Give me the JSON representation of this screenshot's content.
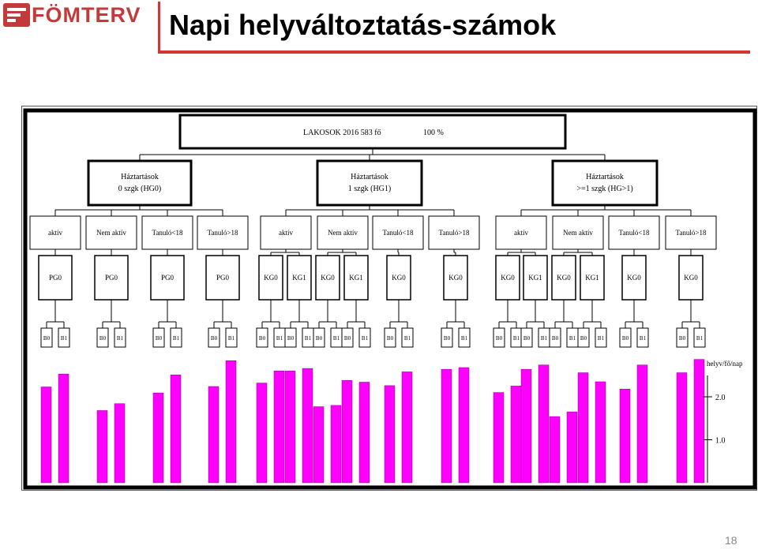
{
  "header": {
    "logo_text": "FÖMTERV",
    "logo_color": "#c43a3a",
    "title": "Napi helyváltoztatás-számok",
    "accent_color": "#d33434"
  },
  "diagram": {
    "root_label": "LAKOSOK 2016 583 fő",
    "root_percent": "100 %",
    "groups": [
      {
        "title": "Háztartások",
        "subtitle": "0 szgk (HG0)"
      },
      {
        "title": "Háztartások",
        "subtitle": "1 szgk (HG1)"
      },
      {
        "title": "Háztartások",
        "subtitle": ">=1 szgk (HG>1)"
      }
    ],
    "category_labels": [
      "aktív",
      "Nem aktív",
      "Tanuló<18",
      "Tanuló>18"
    ],
    "node_labels": {
      "group1": [
        "PG0",
        "PG0",
        "PG0",
        "PG0"
      ],
      "group2": [
        "KG0",
        "KG1",
        "KG0",
        "KG1",
        "KG0",
        "KG0"
      ],
      "group3": [
        "KG0",
        "KG1",
        "KG0",
        "KG1",
        "KG0",
        "KG0"
      ]
    },
    "leaf_labels": [
      "B0",
      "B1"
    ],
    "bar_color": "#ff00ff",
    "axis_label": "helyv/fő/nap",
    "axis_ticks": [
      "2.0",
      "1.0"
    ]
  },
  "chart_data": {
    "type": "bar",
    "ylabel": "helyv/fő/nap",
    "ylim": [
      0,
      2.9
    ],
    "yticks": [
      1.0,
      2.0
    ],
    "categories": [
      "B0",
      "B1",
      "B0",
      "B1",
      "B0",
      "B1",
      "B0",
      "B1",
      "B0",
      "B1",
      "B0",
      "B1",
      "B0",
      "B1",
      "B0",
      "B1",
      "B0",
      "B1",
      "B0",
      "B1",
      "B0",
      "B1",
      "B0",
      "B1",
      "B0",
      "B1",
      "B0",
      "B1",
      "B0",
      "B1",
      "B0",
      "B1",
      "B0",
      "B1",
      "B0",
      "B1"
    ],
    "values": [
      2.23,
      2.53,
      1.68,
      1.84,
      2.09,
      2.51,
      2.24,
      2.84,
      2.32,
      2.6,
      2.6,
      2.66,
      1.77,
      1.8,
      2.38,
      2.34,
      2.26,
      2.58,
      2.64,
      2.68,
      2.1,
      2.25,
      2.64,
      2.74,
      1.54,
      1.65,
      2.56,
      2.35,
      2.18,
      2.74,
      2.56,
      2.87
    ]
  }
}
